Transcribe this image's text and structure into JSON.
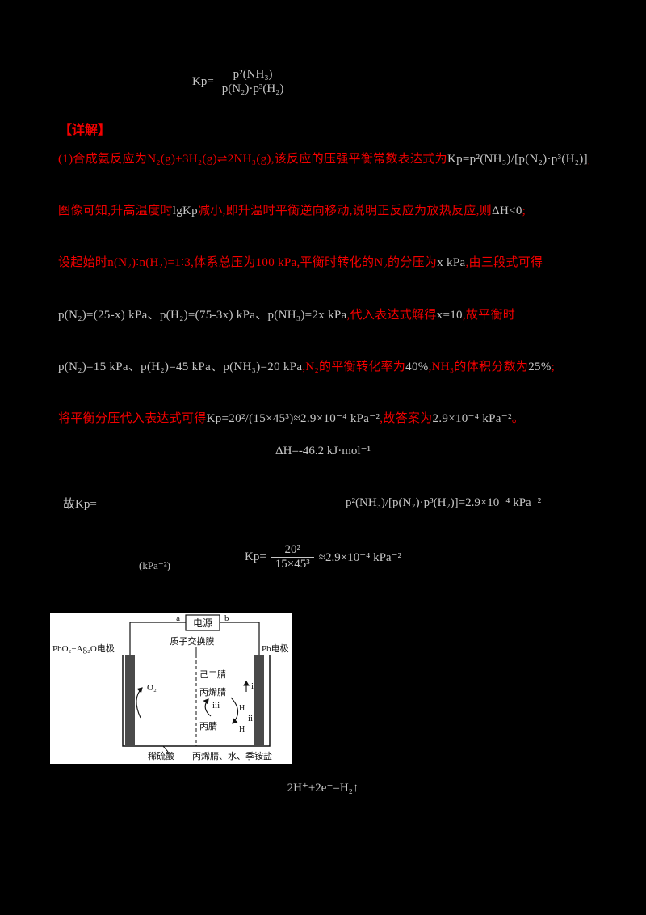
{
  "top_formula": {
    "prefix": "Kp=",
    "numerator": "p²(NH₃)",
    "denominator": "p(N₂)·p³(H₂)"
  },
  "analysis_header": "【详解】",
  "content": {
    "lines": [
      {
        "segments": [
          {
            "kind": "red",
            "text": "(1)合成氨反应为N₂(g)+3H₂(g)⇌2NH₃(g),该反应的压强平衡常数表达式为"
          },
          {
            "kind": "formula",
            "text": "Kp=p²(NH₃)/[p(N₂)·p³(H₂)]"
          },
          {
            "kind": "red",
            "text": ",由"
          }
        ]
      },
      {
        "segments": [
          {
            "kind": "red",
            "text": "图像可知,升高温度时"
          },
          {
            "kind": "formula",
            "text": "lgKp"
          },
          {
            "kind": "red",
            "text": "减小,即升温时平衡逆向移动,说明正反应为放热反应,则"
          },
          {
            "kind": "formula",
            "text": "ΔH<0"
          },
          {
            "kind": "red",
            "text": ";"
          }
        ]
      },
      {
        "segments": [
          {
            "kind": "red",
            "text": "设起始时n(N₂)∶n(H₂)=1∶3,体系总压为100 kPa,平衡时转化的N₂的分压为"
          },
          {
            "kind": "formula",
            "text": "x kPa"
          },
          {
            "kind": "red",
            "text": ",由三段式可得"
          }
        ]
      },
      {
        "segments": [
          {
            "kind": "formula",
            "text": "p(N₂)=(25-x) kPa、p(H₂)=(75-3x) kPa、p(NH₃)=2x kPa"
          },
          {
            "kind": "red",
            "text": ",代入表达式解得"
          },
          {
            "kind": "formula",
            "text": "x=10"
          },
          {
            "kind": "red",
            "text": ",故平衡时"
          }
        ]
      },
      {
        "segments": [
          {
            "kind": "formula",
            "text": "p(N₂)=15 kPa、p(H₂)=45 kPa、p(NH₃)=20 kPa"
          },
          {
            "kind": "red",
            "text": ",N₂的平衡转化率为"
          },
          {
            "kind": "formula",
            "text": "40%"
          },
          {
            "kind": "red",
            "text": ",NH₃的体积分数为"
          },
          {
            "kind": "formula",
            "text": "25%"
          },
          {
            "kind": "red",
            "text": ";"
          }
        ]
      },
      {
        "segments": [
          {
            "kind": "red",
            "text": "将平衡分压代入表达式可得"
          },
          {
            "kind": "formula",
            "text": "Kp=20²/(15×45³)≈2.9×10⁻⁴ kPa⁻²"
          },
          {
            "kind": "red",
            "text": ",故答案为"
          },
          {
            "kind": "formula",
            "text": "2.9×10⁻⁴ kPa⁻²"
          },
          {
            "kind": "red",
            "text": "。"
          }
        ]
      }
    ]
  },
  "delta_h_line": "ΔH=-46.2 kJ·mol⁻¹",
  "kp_label": "故Kp=",
  "kp_expression": "p²(NH₃)/[p(N₂)·p³(H₂)]=2.9×10⁻⁴ kPa⁻²",
  "kpa_note": "(kPa⁻²)",
  "kp_fraction": {
    "prefix": "Kp=",
    "numerator": "20²",
    "denominator": "15×45³",
    "suffix": "≈2.9×10⁻⁴ kPa⁻²"
  },
  "diagram": {
    "power_label": "电源",
    "terminal_a": "a",
    "terminal_b": "b",
    "membrane_label": "质子交换膜",
    "left_electrode_label": "PbO₂−Ag₂O电极",
    "right_electrode_label": "Pb电极",
    "oxygen_label": "O₂",
    "adiponitrile": "己二腈",
    "acrylonitrile": "丙烯腈",
    "propionitrile": "丙腈",
    "step_i": "i",
    "step_ii": "ii",
    "step_iii": "iii",
    "h_label_1": "H",
    "h_label_2": "H",
    "left_solution": "稀硫酸",
    "right_solution": "丙烯腈、水、季铵盐"
  },
  "bottom_formula": "2H⁺+2e⁻=H₂↑"
}
